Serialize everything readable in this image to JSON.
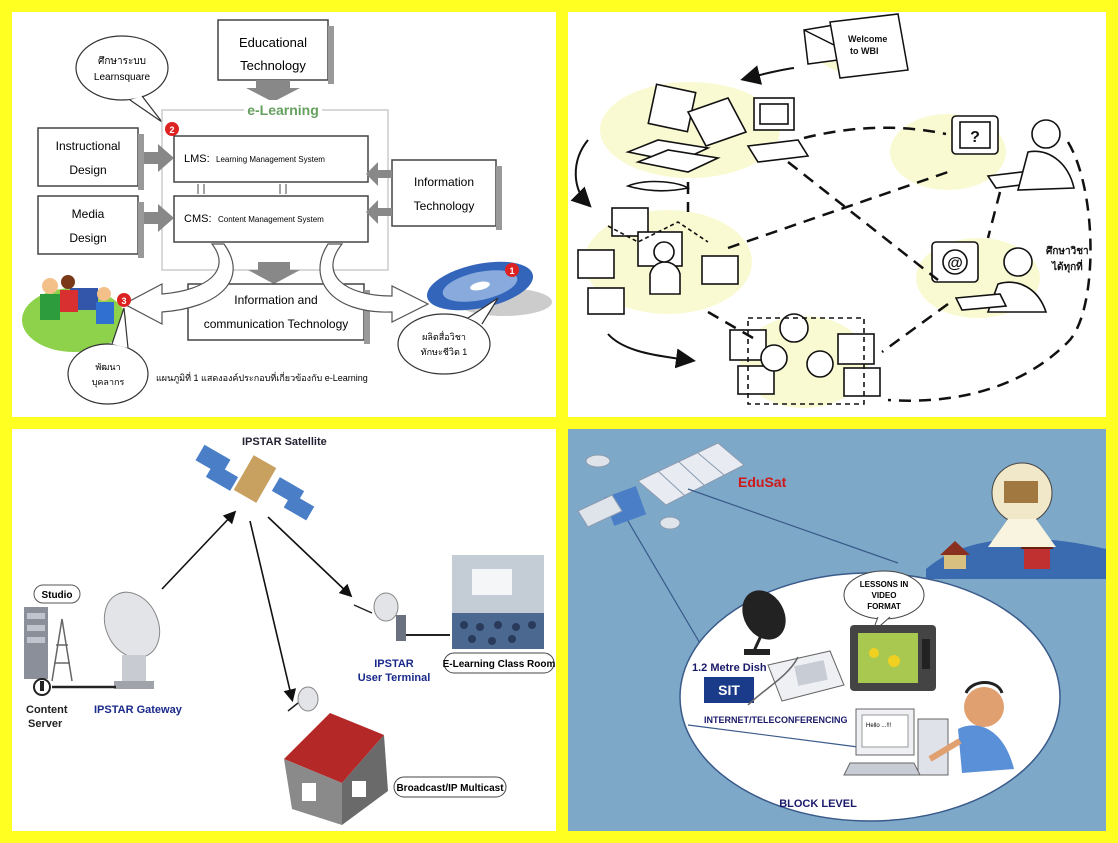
{
  "panel1": {
    "top_box": [
      "Educational",
      "Technology"
    ],
    "callout_top": [
      "ศึกษาระบบ",
      "Learnsquare"
    ],
    "elearning_title": "e-Learning",
    "left_top": [
      "Instructional",
      "Design"
    ],
    "left_bottom": [
      "Media",
      "Design"
    ],
    "lms_prefix": "LMS:",
    "lms_text": "Learning Management System",
    "cms_prefix": "CMS:",
    "cms_text": "Content Management System",
    "right_box": [
      "Information",
      "Technology"
    ],
    "bottom_box": [
      "Information and",
      "communication Technology"
    ],
    "callout_cd": [
      "ผลิตสื่อวิชา",
      "ทักษะชีวิต 1"
    ],
    "callout_people": [
      "พัฒนา",
      "บุคลากร"
    ],
    "caption": "แผนภูมิที่ 1 แสดงองค์ประกอบที่เกี่ยวข้องกับ e-Learning",
    "markers": [
      "1",
      "2",
      "3"
    ]
  },
  "panel2": {
    "letter_text": [
      "Welcome",
      "to WBI"
    ],
    "monitor_q": "?",
    "monitor_at": "@",
    "sign_text": [
      "ศึกษาวิชา",
      "ได้ทุกที่"
    ]
  },
  "panel3": {
    "satellite": "IPSTAR Satellite",
    "studio": "Studio",
    "content_server": [
      "Content",
      "Server"
    ],
    "gateway": "IPSTAR  Gateway",
    "user_terminal": [
      "IPSTAR",
      "User Terminal"
    ],
    "classroom": "E-Learning Class Room",
    "broadcast": "Broadcast/IP Multicast"
  },
  "panel4": {
    "edusat": "EduSat",
    "lessons": [
      "LESSONS IN",
      "VIDEO",
      "FORMAT"
    ],
    "dish": "1.2 Metre Dish",
    "sit": "SIT",
    "internet": "INTERNET/TELECONFERENCING",
    "block": "BLOCK LEVEL",
    "screen_text": "Hello ...!!!"
  }
}
